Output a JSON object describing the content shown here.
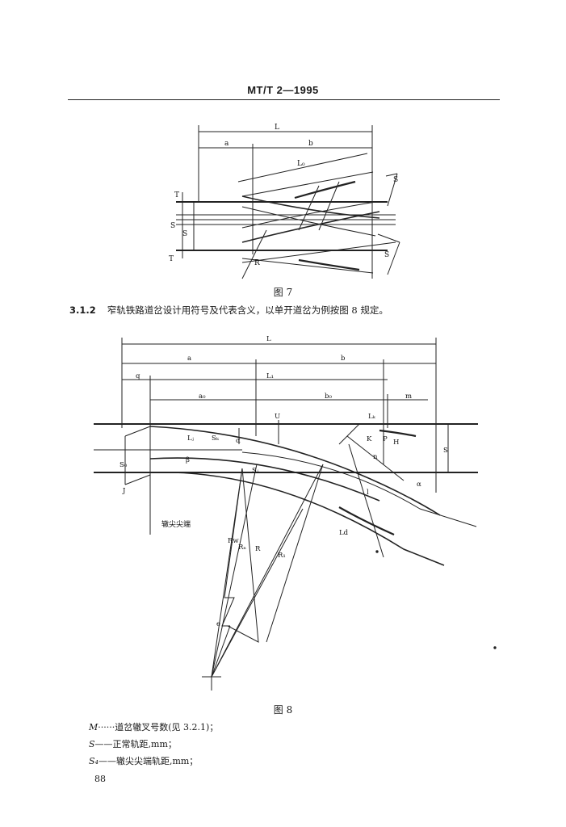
{
  "header": {
    "title": "MT/T 2—1995"
  },
  "figure7": {
    "caption": "图 7",
    "labels": {
      "L": "L",
      "a": "a",
      "b": "b",
      "L0": "L₀",
      "S_right": "S",
      "T_top": "T",
      "S1": "S",
      "S2": "S",
      "T_bottom": "T",
      "R": "R",
      "S_lower": "S"
    }
  },
  "section": {
    "number": "3.1.2",
    "text": "窄轨铁路道岔设计用符号及代表含义，以单开道岔为例按图 8 规定。"
  },
  "figure8": {
    "caption": "图 8",
    "labels": {
      "L": "L",
      "a": "a",
      "b": "b",
      "q": "q",
      "L1": "L₁",
      "a0": "a₀",
      "b0": "b₀",
      "m": "m",
      "Lj": "Lⱼ",
      "U": "U",
      "Lk": "Lₖ",
      "K": "K",
      "P": "P",
      "H": "H",
      "S": "S",
      "S0": "S₀",
      "J": "J",
      "beta": "β",
      "alpha": "α",
      "Sk": "Sₖ",
      "Sj": "Sⱼ",
      "Rw": "Rw",
      "Rn": "Rₙ",
      "R": "R",
      "R1": "R₁",
      "n": "n",
      "l": "l",
      "Ld": "Ld",
      "e": "e",
      "a_angle": "α",
      "switch_point": "辙尖尖端"
    }
  },
  "definitions": [
    {
      "symbol": "M",
      "text": "······道岔辙叉号数(见 3.2.1)；"
    },
    {
      "symbol": "S",
      "text": "——正常轨距,mm；"
    },
    {
      "symbol": "S₄",
      "text": "——辙尖尖端轨距,mm；"
    }
  ],
  "page_number": "88"
}
